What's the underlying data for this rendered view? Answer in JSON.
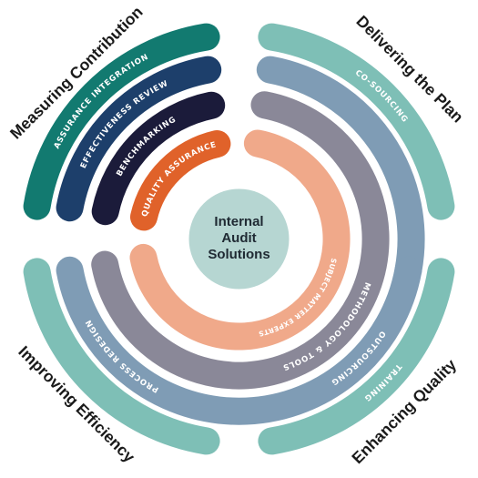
{
  "quadrants": {
    "top_left": "Measuring Contribution",
    "top_right": "Delivering the Plan",
    "bottom_right": "Enhancing Quality",
    "bottom_left": "Improving Efficiency"
  },
  "center": {
    "lines": [
      "Internal",
      "Audit",
      "Solutions"
    ]
  },
  "arcs": {
    "assurance_integration": "ASSURANCE INTEGRATION",
    "effectiveness_review": "EFFECTIVENESS REVIEW",
    "benchmarking": "BENCHMARKING",
    "quality_assurance": "QUALITY ASSURANCE",
    "co_sourcing": "CO-SOURCING",
    "training": "TRAINING",
    "outsourcing": "OUTSOURCING",
    "methodology_tools": "METHODOLOGY & TOOLS",
    "subject_matter_experts": "SUBJECT MATTER EXPERTS",
    "process_redesign": "PROCESS REDESIGN"
  },
  "colors": {
    "teal_dark": "#127a70",
    "teal_light": "#7ebfb6",
    "navy": "#1d3f6b",
    "slate_blue": "#7f9cb5",
    "dark_navy": "#1b1b3a",
    "grey_purple": "#8a8898",
    "orange": "#e0622a",
    "salmon": "#f0a98a",
    "center": "#b6d6d2"
  }
}
